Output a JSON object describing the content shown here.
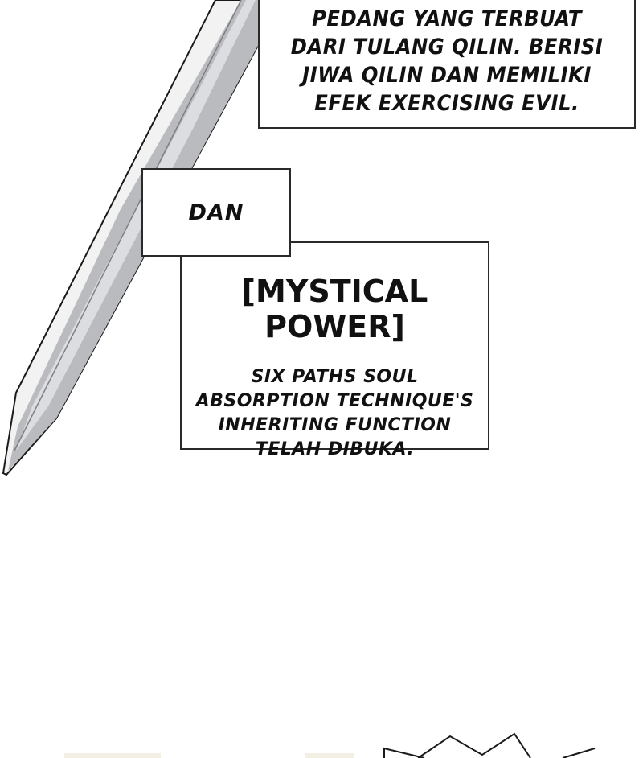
{
  "top_caption": {
    "lines": [
      "PEDANG YANG TERBUAT",
      "DARI TULANG QILIN. BERISI",
      "JIWA QILIN DAN MEMILIKI",
      "EFEK EXERCISING EVIL."
    ]
  },
  "dan_caption": {
    "text": "DAN"
  },
  "power_caption": {
    "heading": "[MYSTICAL POWER]",
    "lines": [
      "SIX PATHS SOUL",
      "ABSORPTION TECHNIQUE'S",
      "INHERITING FUNCTION",
      "TELAH DIBUKA."
    ]
  },
  "colors": {
    "ink": "#111111",
    "blade_light": "#e9e9ea",
    "blade_dark": "#9c9ea2"
  }
}
